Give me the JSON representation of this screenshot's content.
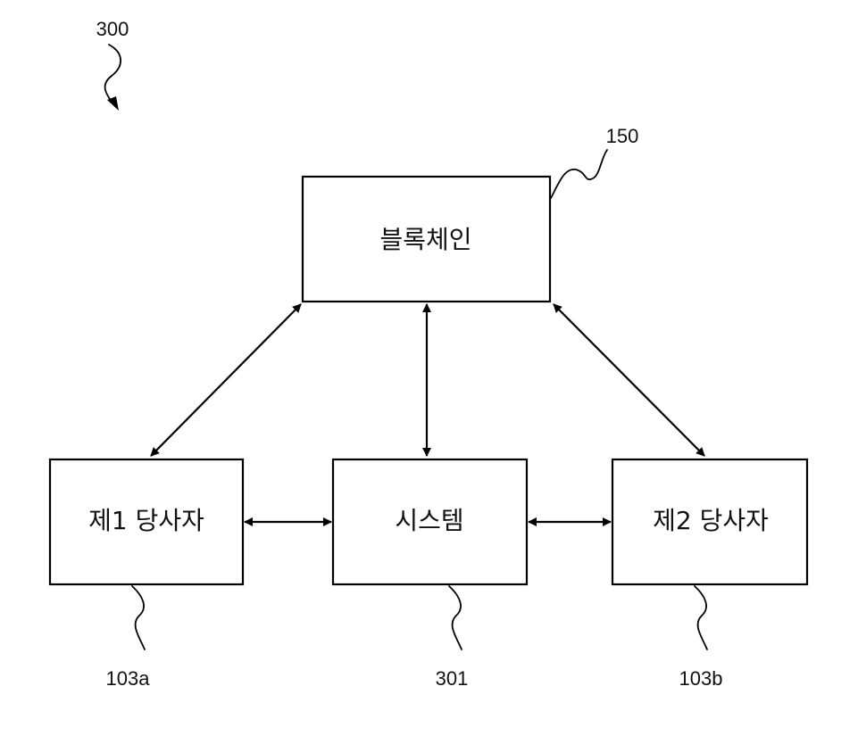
{
  "figure_ref": "300",
  "nodes": {
    "blockchain": {
      "label": "블록체인",
      "ref": "150"
    },
    "system": {
      "label": "시스템",
      "ref": "301"
    },
    "party1": {
      "label": "제1 당사자",
      "ref": "103a"
    },
    "party2": {
      "label": "제2 당사자",
      "ref": "103b"
    }
  },
  "connections": [
    {
      "from": "blockchain",
      "to": "party1",
      "direction": "bidirectional"
    },
    {
      "from": "blockchain",
      "to": "system",
      "direction": "bidirectional"
    },
    {
      "from": "blockchain",
      "to": "party2",
      "direction": "bidirectional"
    },
    {
      "from": "party1",
      "to": "system",
      "direction": "bidirectional"
    },
    {
      "from": "system",
      "to": "party2",
      "direction": "bidirectional"
    }
  ],
  "colors": {
    "line": "#000000",
    "text": "#111111",
    "background": "#ffffff"
  }
}
